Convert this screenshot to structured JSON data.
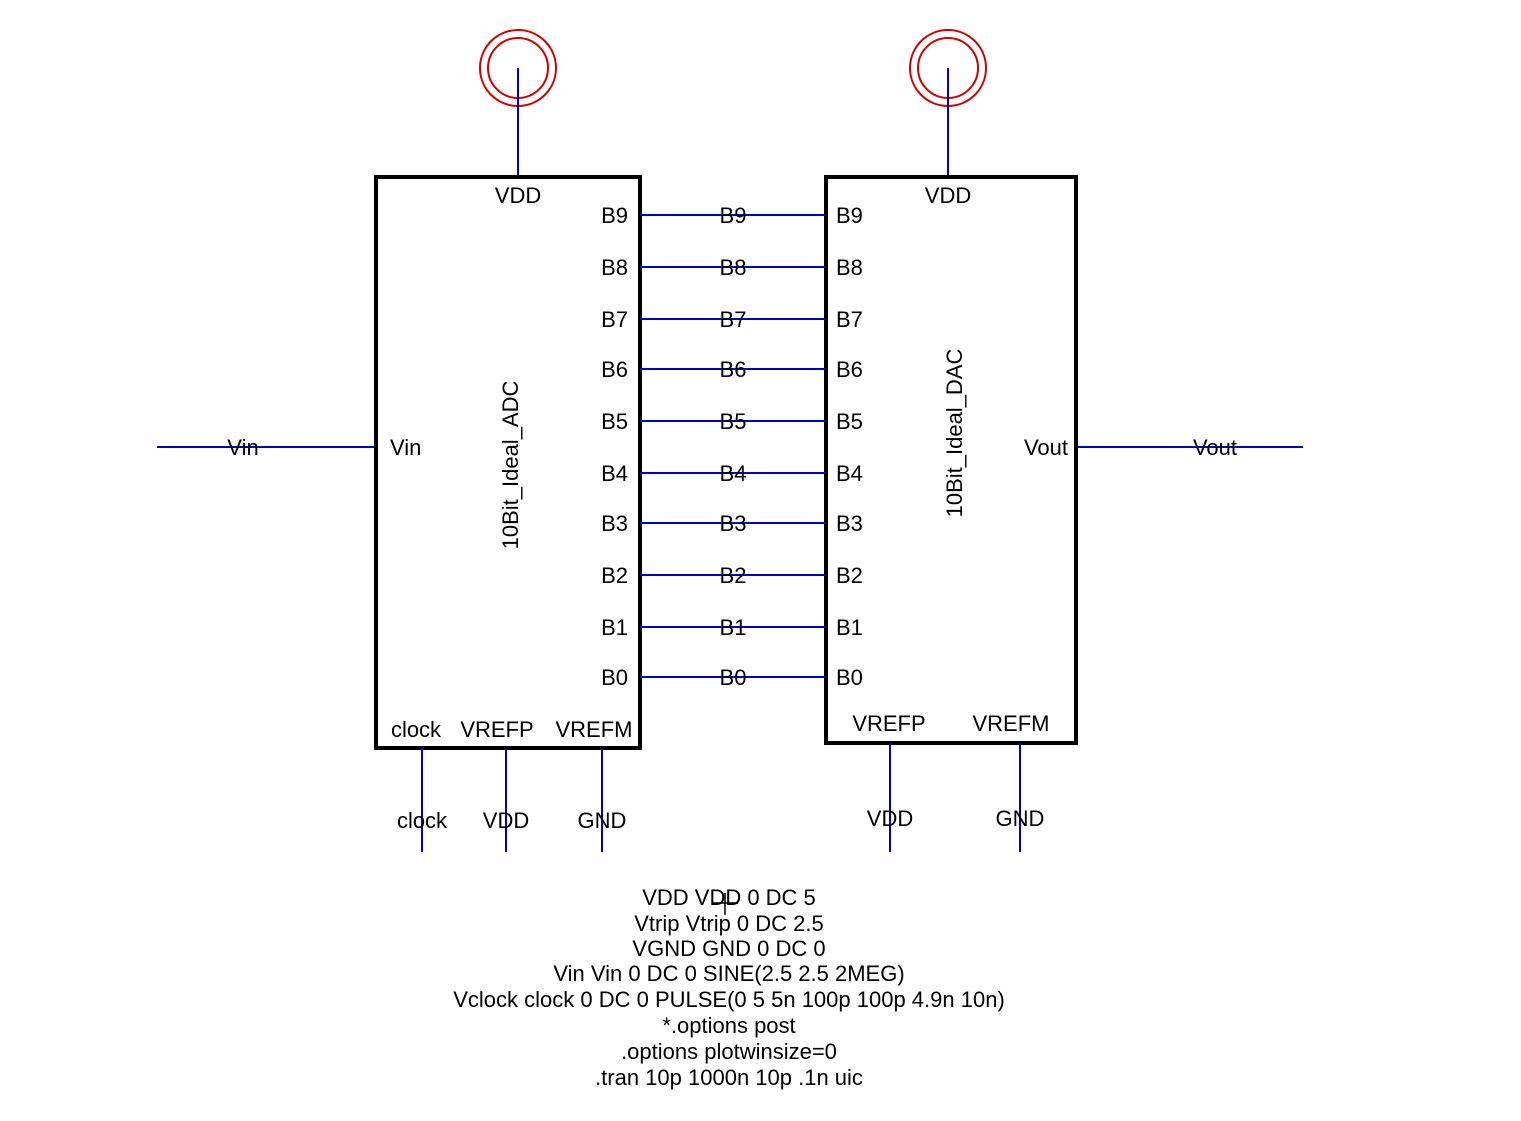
{
  "colors": {
    "wire": "#0000cc",
    "component": "#000000",
    "supply_symbol": "#d00000",
    "background": "#ffffff"
  },
  "adc": {
    "name": "10Bit_Ideal_ADC",
    "pins": {
      "vdd": "VDD",
      "vin": "Vin",
      "clock": "clock",
      "vrefp": "VREFP",
      "vrefm": "VREFM"
    },
    "outputs": [
      "B9",
      "B8",
      "B7",
      "B6",
      "B5",
      "B4",
      "B3",
      "B2",
      "B1",
      "B0"
    ]
  },
  "dac": {
    "name": "10Bit_Ideal_DAC",
    "pins": {
      "vdd": "VDD",
      "vout": "Vout",
      "vrefp": "VREFP",
      "vrefm": "VREFM"
    },
    "inputs": [
      "B9",
      "B8",
      "B7",
      "B6",
      "B5",
      "B4",
      "B3",
      "B2",
      "B1",
      "B0"
    ]
  },
  "bus_nets": [
    "B9",
    "B8",
    "B7",
    "B6",
    "B5",
    "B4",
    "B3",
    "B2",
    "B1",
    "B0"
  ],
  "nets": {
    "vin": "Vin",
    "vout": "Vout",
    "adc_clock": "clock",
    "adc_vrefp": "VDD",
    "adc_vrefm": "GND",
    "dac_vrefp": "VDD",
    "dac_vrefm": "GND"
  },
  "netlist": [
    "VDD VDD 0 DC 5",
    "Vtrip Vtrip 0 DC 2.5",
    "VGND GND 0 DC 0",
    "Vin Vin 0 DC 0 SINE(2.5 2.5 2MEG)",
    "Vclock clock 0 DC 0 PULSE(0 5 5n 100p 100p 4.9n 10n)",
    "*.options post",
    ".options plotwinsize=0",
    ".tran 10p 1000n 10p .1n uic"
  ]
}
